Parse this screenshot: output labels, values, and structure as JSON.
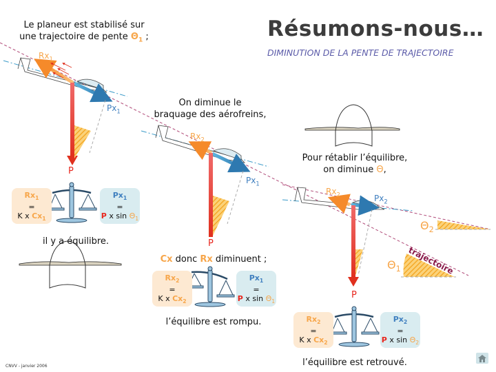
{
  "header": {
    "title": "Résumons-nous…",
    "subtitle": "DIMINUTION DE LA PENTE DE TRAJECTOIRE"
  },
  "step1": {
    "caption_line1": "Le planeur est stabilisé sur",
    "caption_line2_prefix": "une trajectoire de pente ",
    "caption_theta": "Θ",
    "caption_theta_sub": "1",
    "caption_suffix": " ;",
    "label_rx": "Rx",
    "label_rx_sub": "1",
    "label_px": "Px",
    "label_px_sub": "1",
    "label_p": "P",
    "box_left": {
      "top": "Rx",
      "top_sub": "1",
      "eq": "=",
      "k": "K x ",
      "cx": "Cx",
      "cx_sub": "1"
    },
    "box_right": {
      "top": "Px",
      "top_sub": "1",
      "eq": "=",
      "p": "P",
      "sin": " x sin ",
      "theta": "Θ",
      "theta_sub": "1"
    },
    "conclusion": "il y a équilibre."
  },
  "step2": {
    "caption_line1": "On diminue le",
    "caption_line2": "braquage des aérofreins,",
    "label_rx": "Rx",
    "label_rx_sub": "2",
    "label_px": "Px",
    "label_px_sub": "1",
    "label_p": "P",
    "effect_cx": "Cx",
    "effect_mid": " donc ",
    "effect_rx": "Rx",
    "effect_suffix": " diminuent ;",
    "box_left": {
      "top": "Rx",
      "top_sub": "2",
      "eq": "=",
      "k": "K x ",
      "cx": "Cx",
      "cx_sub": "2"
    },
    "box_right": {
      "top": "Px",
      "top_sub": "1",
      "eq": "=",
      "p": "P",
      "sin": " x sin ",
      "theta": "Θ",
      "theta_sub": "1"
    },
    "conclusion": "l’équilibre est rompu."
  },
  "step3": {
    "caption_line1": "Pour rétablir l’équilibre,",
    "caption_line2_prefix": "on diminue ",
    "caption_theta": "Θ",
    "caption_suffix": ",",
    "label_rx": "Rx",
    "label_rx_sub": "2",
    "label_px": "Px",
    "label_px_sub": "2",
    "label_p": "P",
    "theta2": "Θ",
    "theta2_sub": "2",
    "theta1": "Θ",
    "theta1_sub": "1",
    "trajectory_label": "trajectoire",
    "box_left": {
      "top": "Rx",
      "top_sub": "2",
      "eq": "=",
      "k": "K x ",
      "cx": "Cx",
      "cx_sub": "2"
    },
    "box_right": {
      "top": "Px",
      "top_sub": "2",
      "eq": "=",
      "p": "P",
      "sin": " x sin ",
      "theta": "Θ",
      "theta_sub": "2"
    },
    "conclusion": "l’équilibre est retrouvé."
  },
  "footer": {
    "credit": "CNVV - janvier 2006",
    "home_icon": "home-icon"
  },
  "colors": {
    "orange": "#f7a64a",
    "blue": "#3f8fc4",
    "red": "#ee5050",
    "trajectory": "#b04a78",
    "axis": "#3a9ac8"
  }
}
